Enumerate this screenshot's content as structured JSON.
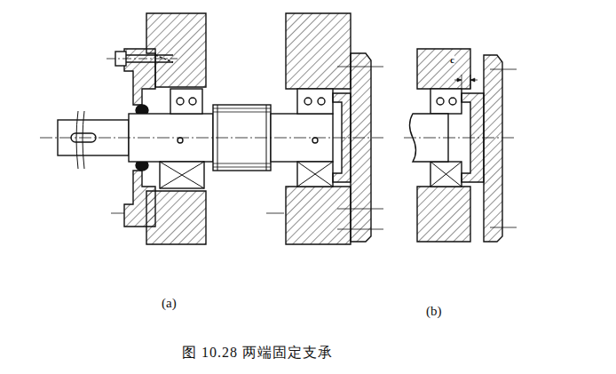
{
  "diagram": {
    "caption": "图 10.28 两端固定支承",
    "labels": [
      "(a)",
      "(b)",
      "c"
    ]
  }
}
